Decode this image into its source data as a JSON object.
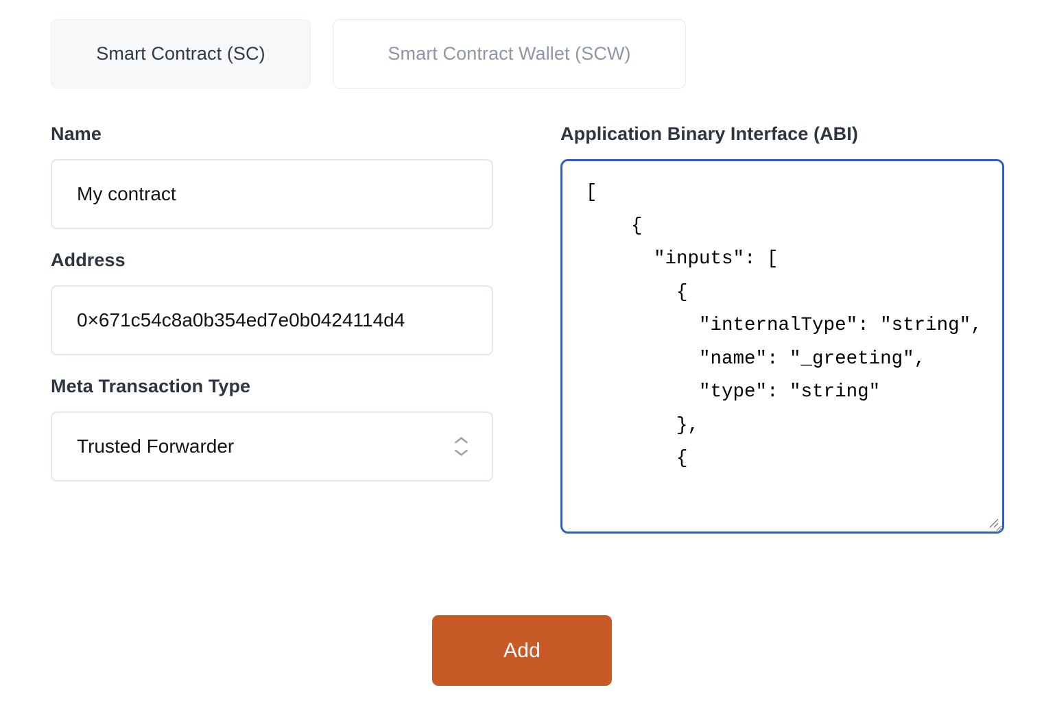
{
  "tabs": [
    {
      "label": "Smart Contract (SC)",
      "state": "active"
    },
    {
      "label": "Smart Contract Wallet (SCW)",
      "state": "inactive"
    }
  ],
  "form": {
    "name": {
      "label": "Name",
      "value": "My contract",
      "placeholder": "My contract"
    },
    "address": {
      "label": "Address",
      "value": "0×671c54c8a0b354ed7e0b0424114d4",
      "placeholder": "0x..."
    },
    "meta_transaction_type": {
      "label": "Meta Transaction Type",
      "value": "Trusted Forwarder",
      "options": [
        "Trusted Forwarder"
      ],
      "stepper_icon": "chevron-up-down-icon"
    },
    "abi": {
      "label": "Application Binary Interface (ABI)",
      "value": "[\n    {\n      \"inputs\": [\n        {\n          \"internalType\": \"string\",\n          \"name\": \"_greeting\",\n          \"type\": \"string\"\n        },\n        {",
      "placeholder": "[]",
      "focused": true,
      "resize_handle_icon": "resize-grip-icon"
    }
  },
  "actions": {
    "add_label": "Add"
  },
  "colors": {
    "accent_orange": "#c85a28",
    "focus_blue": "#2c5fc4",
    "input_border": "#e3e8f0",
    "tab_active_bg": "#f7f8fa",
    "tab_inactive_text": "#8d97a8",
    "label_text": "#2d3540",
    "page_bg": "#ffffff"
  }
}
